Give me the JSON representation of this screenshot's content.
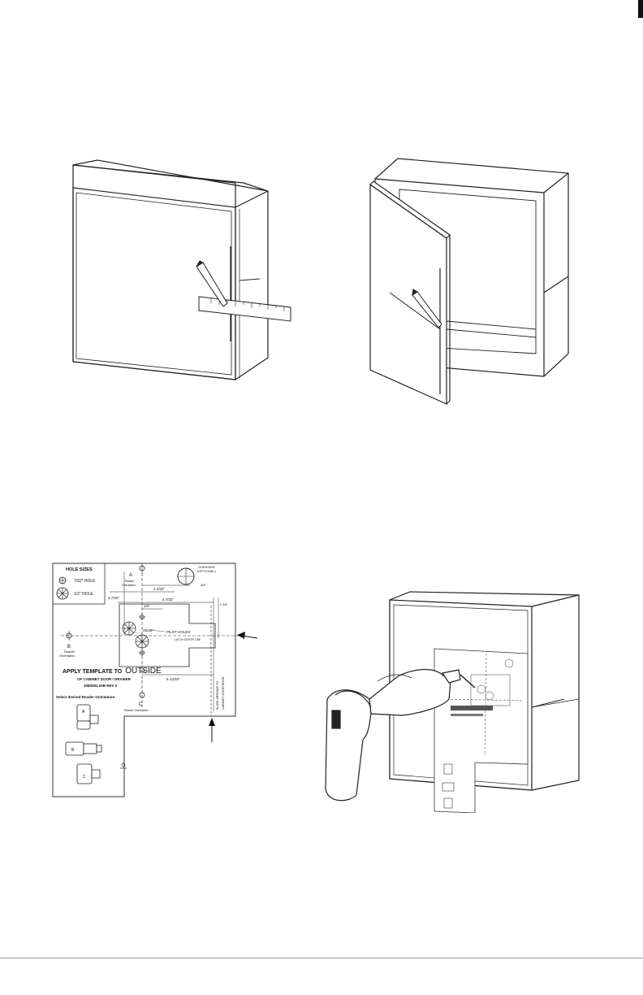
{
  "template": {
    "hole_sizes_title": "HOLE SIZES",
    "hole_small_label": "7/32\" HOLE",
    "hole_large_label": "1/2\" HOLE",
    "overside_label": "OVERSIDE",
    "optional_label": "(OPTIONAL)",
    "orientation_a_letter": "A",
    "orientation_b_letter": "B",
    "orientation_c_letter": "C",
    "reader_orientation": "Reader Orientation",
    "reader_line1": "Reader",
    "reader_line2": "Orientation",
    "dim_3_7_32": "3 7/32\"",
    "dim_2_3_32": "2 3/32\"",
    "dim_4_7_32": "4 7/32\"",
    "dim_3_4": "3/4\"",
    "dim_1_2": "1/2\"",
    "dim_25_32": "25/32\"",
    "dim_3_4_lower": "3/4\"",
    "dim_5_13_32": "5 13/32\"",
    "dim_right": "2 3/4\"",
    "pilot_holes": "PILOT HOLES",
    "latch_centerline": "LATCH CENTER LINE",
    "apply_prefix": "APPLY TEMPLATE TO",
    "apply_outside": "OUTSIDE",
    "cabinet_line": "OF CABINET DOOR / DRAWER",
    "part_number": "3080081.00B REV 2",
    "select_orientation": "Select desired Reader Orientation",
    "edge_text_1": "ALIGN ARROWS TO",
    "edge_text_2": "CABINET DOOR EDGE"
  }
}
